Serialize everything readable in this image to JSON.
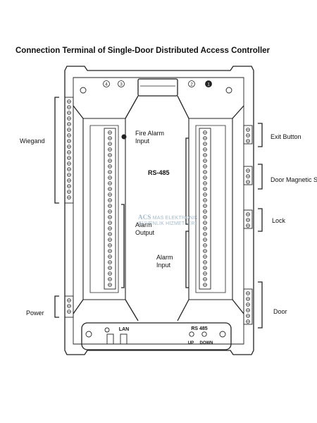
{
  "title": "Connection Terminal of Single-Door Distributed Access Controller",
  "labels": {
    "wiegand": "Wiegand",
    "power": "Power",
    "fire_alarm": "Fire Alarm\nInput",
    "rs485": "RS-485",
    "alarm_output": "Alarm\nOutput",
    "alarm_input": "Alarm\nInput",
    "exit_button": "Exit Button",
    "door_magnetic": "Door Magnetic S",
    "lock": "Lock",
    "door": "Door",
    "lan": "LAN",
    "rs485_bottom": "RS 485",
    "up": "UP",
    "down": "DOWN"
  },
  "badges": [
    "4",
    "3",
    "2",
    "1"
  ],
  "watermark": {
    "line1": "ACS",
    "line2": "MAS ELEKTRONIK",
    "line3": "GUVENLIK HIZMETLERI"
  },
  "colors": {
    "line": "#222222",
    "bg": "#ffffff",
    "watermark": "#9bb3c7"
  }
}
